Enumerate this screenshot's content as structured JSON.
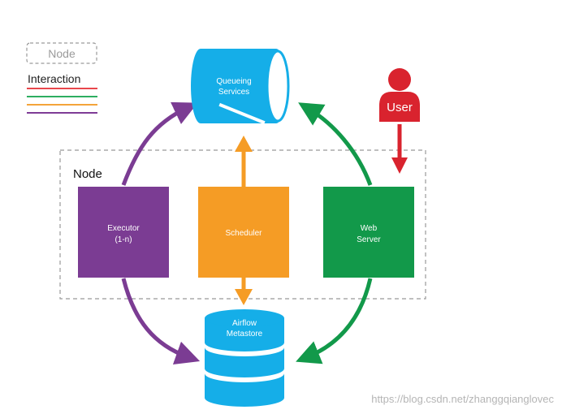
{
  "legend": {
    "node_label": "Node",
    "interaction_label": "Interaction",
    "line_colors": [
      "#e8474c",
      "#2eae61",
      "#f4a43a",
      "#7e3c96"
    ]
  },
  "node_group": {
    "label": "Node"
  },
  "components": {
    "queueing": {
      "line1": "Queueing",
      "line2": "Services",
      "color": "#15aee8"
    },
    "executor": {
      "line1": "Executor",
      "line2": "(1-n)",
      "color": "#7b3c93"
    },
    "scheduler": {
      "line1": "Scheduler",
      "color": "#f59c25"
    },
    "webserver": {
      "line1": "Web",
      "line2": "Server",
      "color": "#12994a"
    },
    "metastore": {
      "line1": "Airflow",
      "line2": "Metastore",
      "color": "#15aee8"
    },
    "user": {
      "label": "User",
      "color": "#d9232e"
    }
  },
  "watermark": "https://blog.csdn.net/zhanggqianglovec"
}
